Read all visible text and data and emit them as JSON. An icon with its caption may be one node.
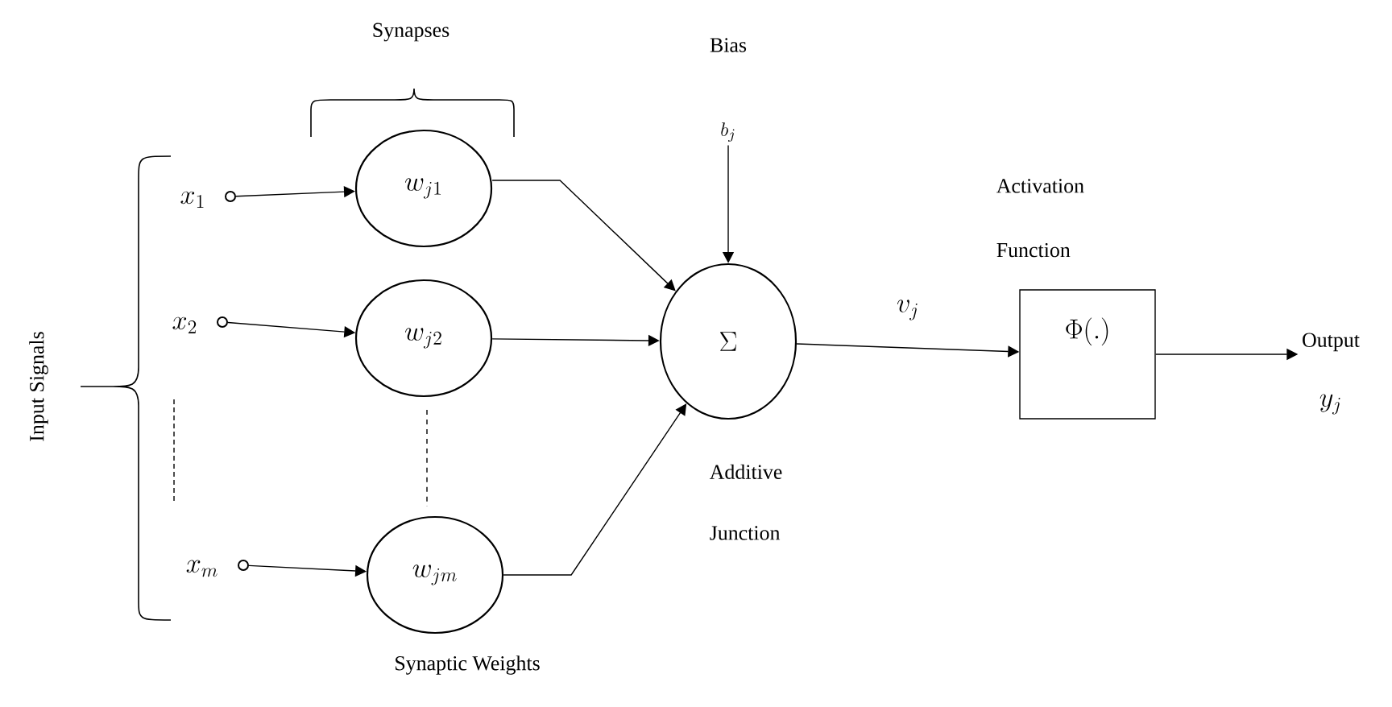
{
  "diagram": {
    "nodes": [
      {
        "text": [],
        "shape": "circle",
        "beside": [
          "x_1"
        ]
      },
      {
        "text": [],
        "shape": "circle",
        "beside": [
          "x_2"
        ]
      },
      {
        "text": [],
        "shape": "circle",
        "beside": [
          "x_m"
        ]
      },
      {
        "text": [
          "w_{j1}"
        ]
      },
      {
        "text": [
          "w_{j2}"
        ]
      },
      {
        "text": [
          "w_{jm}"
        ]
      },
      {
        "text": [
          "\\Sigma"
        ],
        "beside": [
          "Additive Junction"
        ]
      },
      {
        "text": [
          "b_j"
        ],
        "beside": [
          "Bias"
        ]
      },
      {
        "text": [
          "\\Phi(.)"
        ],
        "beside": [
          "Activation Function"
        ]
      },
      {
        "text": [
          "Output",
          "y_j"
        ]
      }
    ],
    "edges": [
      {
        "from": 0,
        "to": 3,
        "arrow": "to"
      },
      {
        "from": 1,
        "to": 4,
        "arrow": "to"
      },
      {
        "from": 2,
        "to": 5,
        "arrow": "to"
      },
      {
        "from": 3,
        "to": 6,
        "arrow": "to"
      },
      {
        "from": 4,
        "to": 6,
        "arrow": "to"
      },
      {
        "from": 5,
        "to": 6,
        "arrow": "to"
      },
      {
        "from": 7,
        "to": 6,
        "arrow": "to"
      },
      {
        "from": 6,
        "to": 8,
        "arrow": "to",
        "label": "v_j"
      },
      {
        "from": 8,
        "to": 9,
        "arrow": "to"
      },
      {
        "from": 4,
        "to": 5,
        "arrow": "none",
        "style": "dashed"
      }
    ],
    "labels": [
      "Synapses",
      "Input Signals",
      "Synaptic Weights"
    ]
  }
}
